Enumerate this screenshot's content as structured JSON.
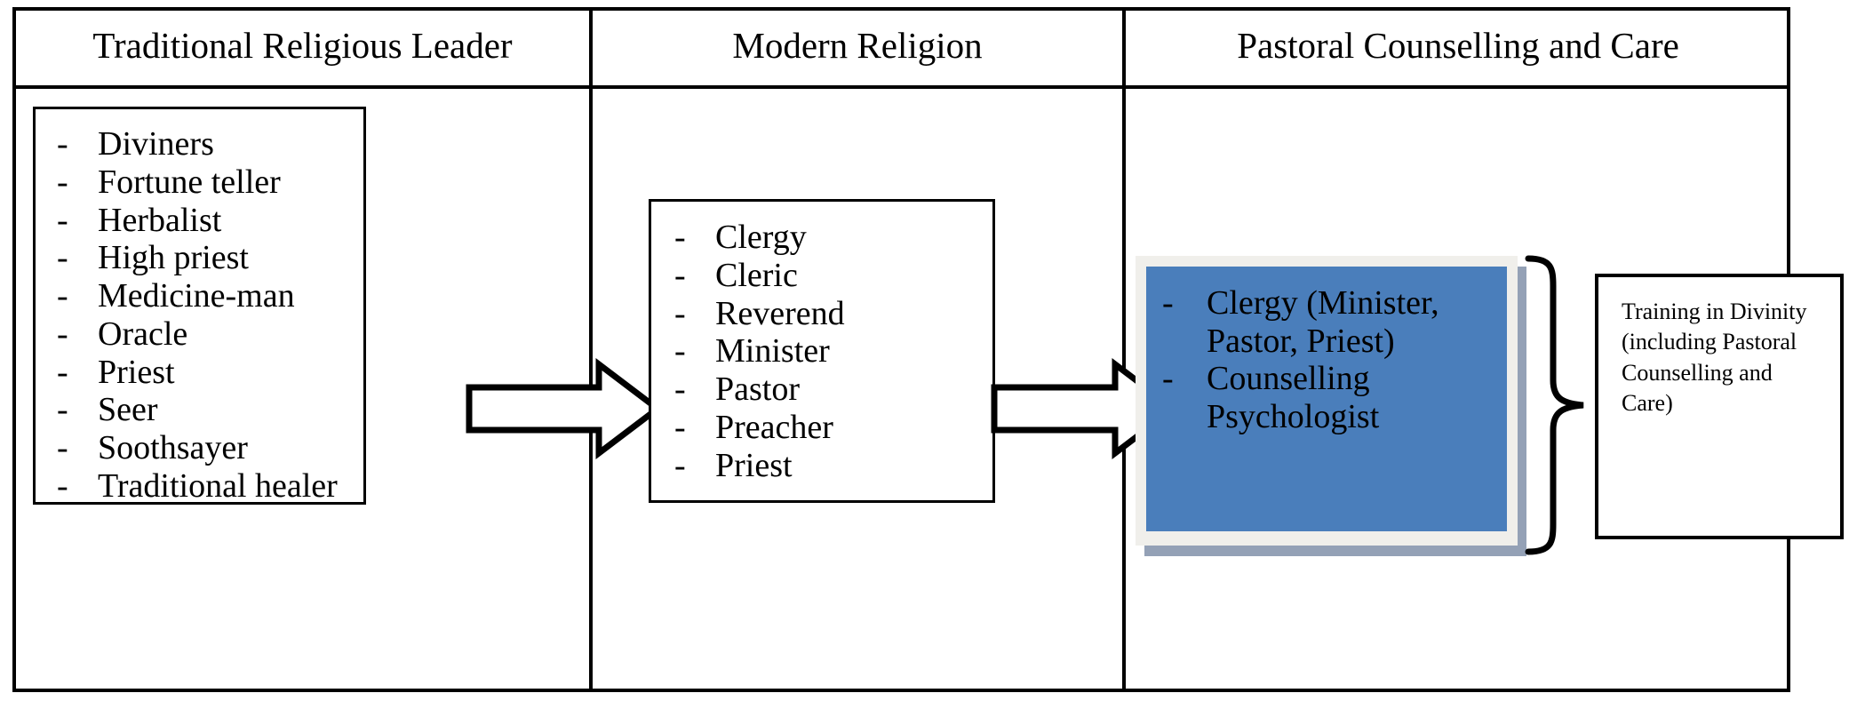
{
  "diagram": {
    "title_row": {
      "columns": [
        {
          "id": "traditional",
          "label": "Traditional Religious Leader"
        },
        {
          "id": "modern",
          "label": "Modern Religion"
        },
        {
          "id": "pastoral",
          "label": "Pastoral Counselling and Care"
        }
      ]
    },
    "bullet_marker": "-",
    "traditional_box": {
      "items": [
        "Diviners",
        "Fortune teller",
        "Herbalist",
        "High priest",
        "Medicine-man",
        "Oracle",
        "Priest",
        "Seer",
        "Soothsayer",
        "Traditional healer"
      ]
    },
    "modern_box": {
      "items": [
        "Clergy",
        "Cleric",
        "Reverend",
        "Minister",
        "Pastor",
        "Preacher",
        "Priest"
      ]
    },
    "pastoral_box": {
      "items": [
        "Clergy (Minister, Pastor, Priest)",
        "Counselling Psychologist"
      ],
      "fill_color": "#4a7ebb",
      "border_color": "#f0efeb",
      "shadow_color": "#94a1b6"
    },
    "training_box": {
      "text": "Training in Divinity (including Pastoral Counselling and Care)"
    },
    "connectors": [
      {
        "id": "arrow-traditional-to-modern",
        "type": "block-arrow-right"
      },
      {
        "id": "arrow-modern-to-pastoral",
        "type": "block-arrow-right"
      },
      {
        "id": "brace-pastoral-to-training",
        "type": "right-curly-brace"
      }
    ]
  }
}
